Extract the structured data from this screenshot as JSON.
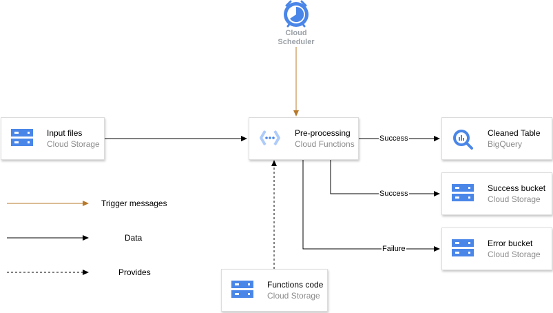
{
  "colors": {
    "trigger": "#b8782a",
    "data": "#000000",
    "gcp_blue": "#4a86e8",
    "gcp_light": "#aecbfa",
    "muted_text": "#8c8c8c",
    "scheduler_text": "#9aa0a6"
  },
  "scheduler": {
    "line1": "Cloud",
    "line2": "Scheduler",
    "icon": "clock-icon"
  },
  "nodes": {
    "input_files": {
      "title": "Input files",
      "sub": "Cloud Storage",
      "icon": "storage-icon"
    },
    "preprocessing": {
      "title": "Pre-processing",
      "sub": "Cloud Functions",
      "icon": "functions-icon"
    },
    "cleaned_table": {
      "title": "Cleaned Table",
      "sub": "BigQuery",
      "icon": "bigquery-icon"
    },
    "success_bucket": {
      "title": "Success bucket",
      "sub": "Cloud Storage",
      "icon": "storage-icon"
    },
    "error_bucket": {
      "title": "Error bucket",
      "sub": "Cloud Storage",
      "icon": "storage-icon"
    },
    "functions_code": {
      "title": "Functions code",
      "sub": "Cloud Storage",
      "icon": "storage-icon"
    }
  },
  "edges": {
    "to_table": "Success",
    "to_success_bucket": "Success",
    "to_error_bucket": "Failure"
  },
  "legend": {
    "trigger": "Trigger messages",
    "data": "Data",
    "provides": "Provides"
  }
}
